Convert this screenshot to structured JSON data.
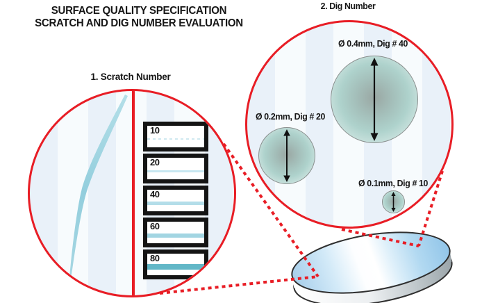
{
  "title": {
    "line1": "SURFACE QUALITY SPECIFICATION",
    "line2": "SCRATCH AND DIG NUMBER EVALUATION"
  },
  "scratch_section": {
    "label": "1. Scratch Number",
    "rows": [
      {
        "number": "10"
      },
      {
        "number": "20"
      },
      {
        "number": "40"
      },
      {
        "number": "60"
      },
      {
        "number": "80"
      }
    ]
  },
  "dig_section": {
    "label": "2. Dig Number",
    "digs": [
      {
        "label": "Ø 0.4mm, Dig # 40",
        "diameter_mm": 0.4,
        "dig_number": 40
      },
      {
        "label": "Ø 0.2mm, Dig # 20",
        "diameter_mm": 0.2,
        "dig_number": 20
      },
      {
        "label": "Ø 0.1mm, Dig # 10",
        "diameter_mm": 0.1,
        "dig_number": 10
      }
    ]
  },
  "colors": {
    "accent_red": "#e81d25",
    "scratch_blue": "#9cd2df",
    "dig_center_gray": "#9aa7a3",
    "dig_teal": "#aed2cc",
    "disc_blue": "#8ec3e8",
    "table_border_black": "#141414"
  }
}
